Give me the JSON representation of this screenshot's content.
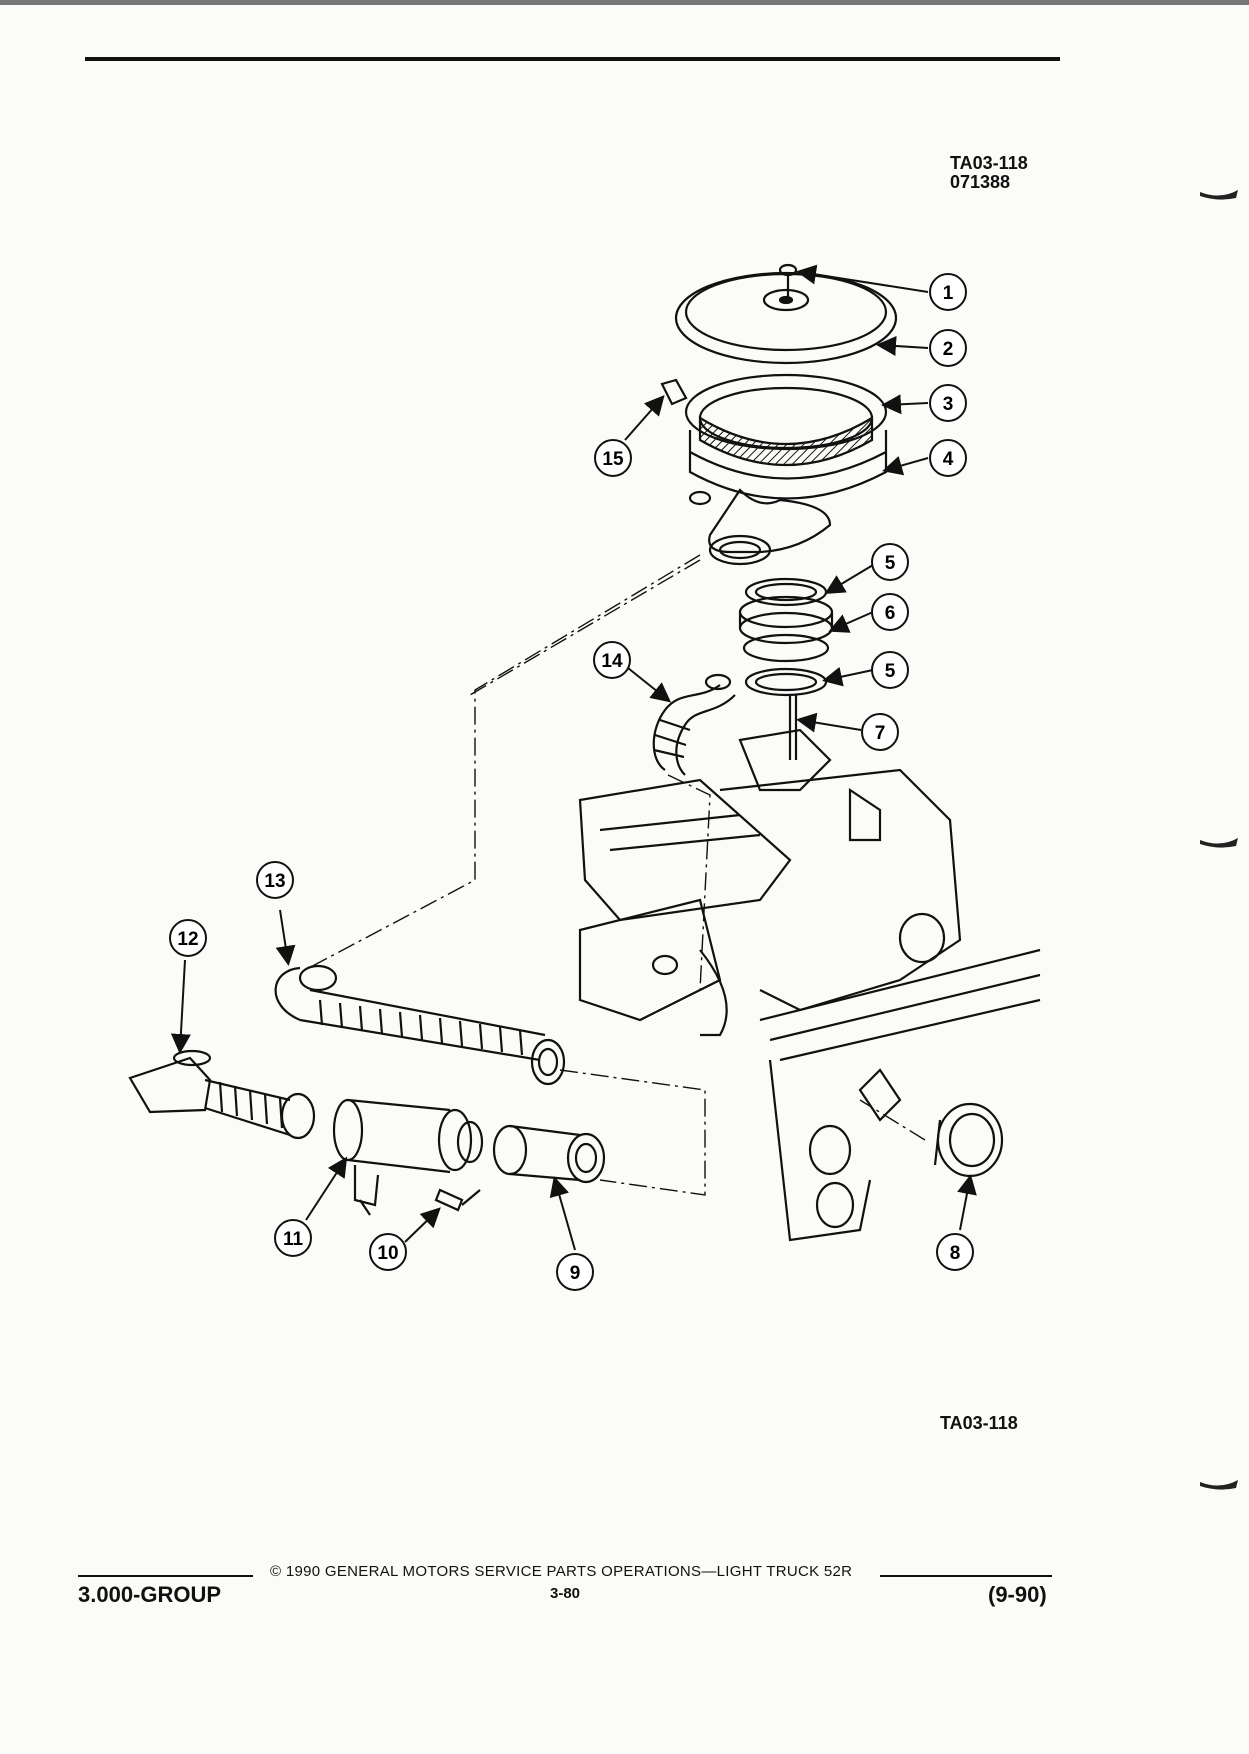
{
  "header": {
    "figure_code": "TA03-118",
    "figure_date": "071388"
  },
  "diagram": {
    "callouts": [
      "1",
      "2",
      "3",
      "4",
      "5",
      "6",
      "5",
      "7",
      "8",
      "9",
      "10",
      "11",
      "12",
      "13",
      "14",
      "15"
    ]
  },
  "figure_caption": "TA03-118",
  "footer": {
    "group": "3.000-GROUP",
    "copyright": "© 1990 GENERAL MOTORS SERVICE PARTS OPERATIONS—LIGHT TRUCK 52R",
    "page": "3-80",
    "date": "(9-90)"
  }
}
